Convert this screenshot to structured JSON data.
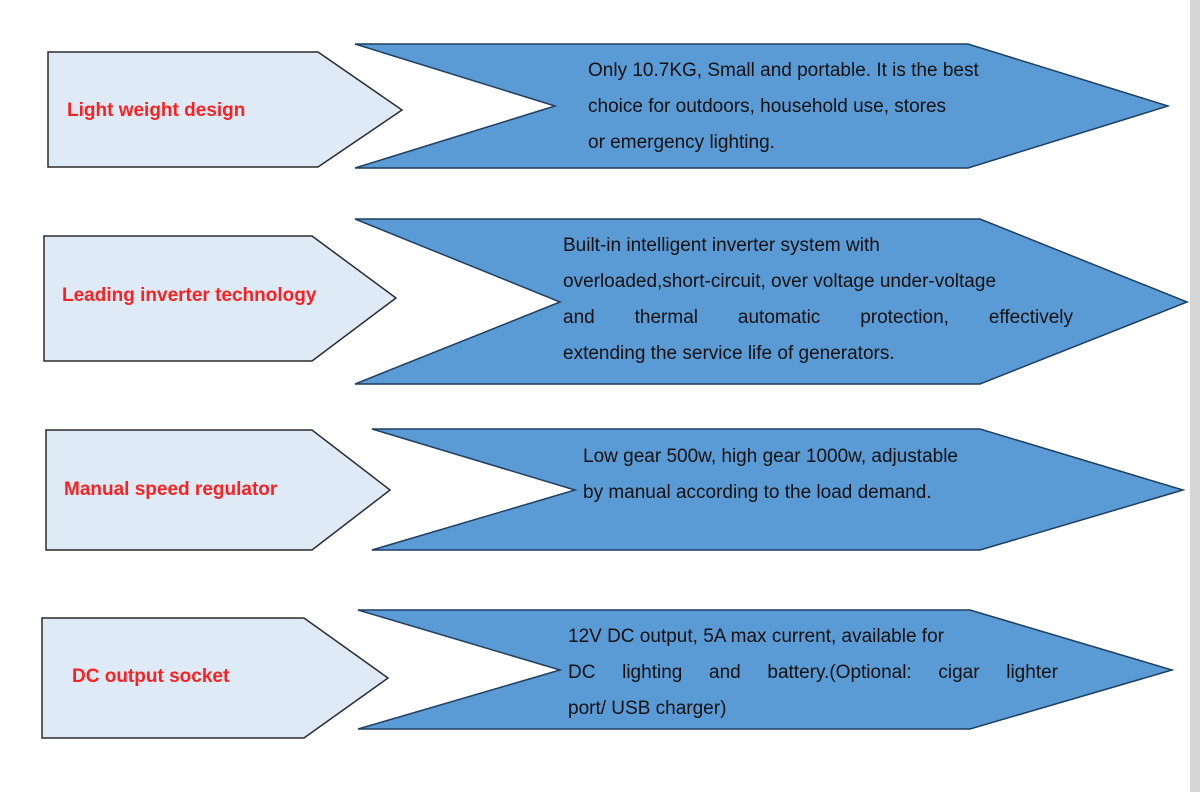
{
  "colors": {
    "label_box_fill": "#deebf7",
    "label_box_stroke": "#2b2b2b",
    "arrow_fill": "#5b9bd5",
    "arrow_stroke": "#1f3f60",
    "label_text": "#ff1f1f",
    "desc_text": "#111111"
  },
  "features": [
    {
      "label": "Light weight design",
      "lines": [
        "Only 10.7KG, Small and portable. It is the best",
        "choice for outdoors, household use, stores",
        "or emergency lighting."
      ]
    },
    {
      "label": "Leading inverter technology",
      "lines": [
        "Built-in intelligent inverter system with",
        "overloaded,short-circuit, over voltage under-voltage",
        "and thermal automatic protection, effectively",
        "extending the service life of generators."
      ]
    },
    {
      "label": "Manual speed regulator",
      "lines": [
        "Low gear 500w, high gear 1000w, adjustable",
        "by manual according to the load demand."
      ]
    },
    {
      "label": "DC output socket",
      "lines": [
        "12V DC output, 5A max current, available for",
        " DC lighting and battery.(Optional: cigar lighter",
        "port/ USB charger)"
      ]
    }
  ]
}
